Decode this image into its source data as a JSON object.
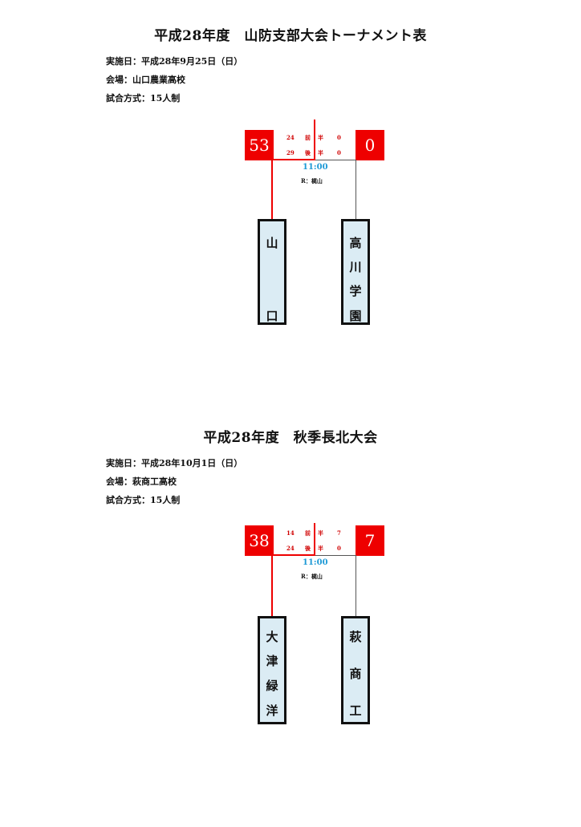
{
  "tournaments": [
    {
      "title": "平成28年度　山防支部大会トーナメント表",
      "date": "実施日：平成28年9月25日（日）",
      "venue": "会場：山口農業高校",
      "format": "試合方式：15人制",
      "left_score": "53",
      "right_score": "0",
      "first_half": {
        "left": "24",
        "label_a": "前",
        "label_b": "半",
        "right": "0"
      },
      "second_half": {
        "left": "29",
        "label_a": "後",
        "label_b": "半",
        "right": "0"
      },
      "time": "11:00",
      "referee": "R：梶山",
      "left_team": [
        "山",
        "口"
      ],
      "right_team": [
        "高",
        "川",
        "学",
        "園"
      ]
    },
    {
      "title": "平成28年度　秋季長北大会",
      "date": "実施日：平成28年10月1日（日）",
      "venue": "会場：萩商工高校",
      "format": "試合方式：15人制",
      "left_score": "38",
      "right_score": "7",
      "first_half": {
        "left": "14",
        "label_a": "前",
        "label_b": "半",
        "right": "7"
      },
      "second_half": {
        "left": "24",
        "label_a": "後",
        "label_b": "半",
        "right": "0"
      },
      "time": "11:00",
      "referee": "R：梶山",
      "left_team": [
        "大",
        "津",
        "緑",
        "洋"
      ],
      "right_team": [
        "萩",
        "商",
        "工"
      ]
    }
  ]
}
